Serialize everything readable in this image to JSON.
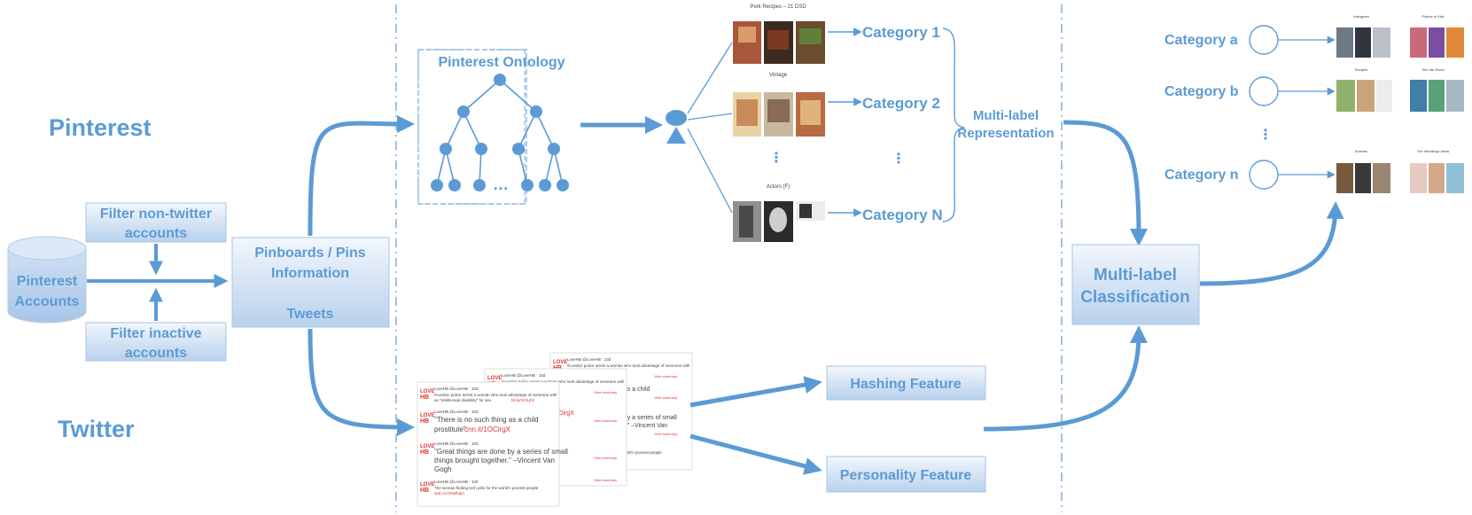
{
  "platforms": {
    "pinterest": "Pinterest",
    "twitter": "Twitter"
  },
  "source": {
    "line1": "Pinterest",
    "line2": "Accounts"
  },
  "filters": {
    "non_twitter": {
      "line1": "Filter non-twitter",
      "line2": "accounts"
    },
    "inactive": {
      "line1": "Filter inactive",
      "line2": "accounts"
    }
  },
  "pinboards": {
    "line1": "Pinboards / Pins",
    "line2": "Information",
    "line3": "Tweets"
  },
  "ontology": {
    "title": "Pinterest Ontology",
    "ellipsis": "…"
  },
  "board_titles": {
    "first": "Pork Recipes – 21 DSD",
    "second": "Vintage",
    "third": "Actors (F)"
  },
  "categories": {
    "one": "Category 1",
    "two": "Category 2",
    "n": "Category N",
    "vdots": "⋮"
  },
  "representation": {
    "line1": "Multi-label",
    "line2": "Representation"
  },
  "features": {
    "hashing": "Hashing Feature",
    "personality": "Personality Feature"
  },
  "classification": {
    "line1": "Multi-label",
    "line2": "Classification"
  },
  "outputs": {
    "a": "Category a",
    "b": "Category b",
    "n": "Category n",
    "vdots": "⋮"
  },
  "output_thumb_titles": {
    "a_left": "Instagram",
    "a_right": "Places to Visit",
    "b_left": "Recipes",
    "b_right": "See the World",
    "n_left": "Animals",
    "n_right": "The Weddings Ideas"
  },
  "tweets": {
    "handle": "LoveHB @LoveHB · 10d",
    "logo_top": "LOVE",
    "logo_bottom": "HB",
    "t1": "#London police arrest a woman who took advantage of someone with",
    "t1b": "an \"intellectual disability\" for sex.",
    "t1link": "bit.ly/1IOLjfIz",
    "t2": "\"There is no such thing as a child",
    "t2b": "prostitute\":",
    "t2link": "cnn.it/1OCirgX",
    "t3": "\"Great things are done by a series of small",
    "t3b": "things brought together.\" –Vincent Van",
    "t3c": "Gogh",
    "t4": "The woman finding tech jobs for the world's poorest people",
    "t4link": "wrd.cm/1NMhlpC",
    "frag1": "g as a child",
    "frag2": "OirgX",
    "frag3": "e by a series of small",
    "frag4": "ter.\" –Vincent Van",
    "frag5": "e world's poorest people",
    "view": "View summary"
  },
  "colors": {
    "accent": "#5b9bd5",
    "box_top": "#eef4fb",
    "box_bottom": "#b8d0ec",
    "box_border": "#a9c4e4"
  }
}
